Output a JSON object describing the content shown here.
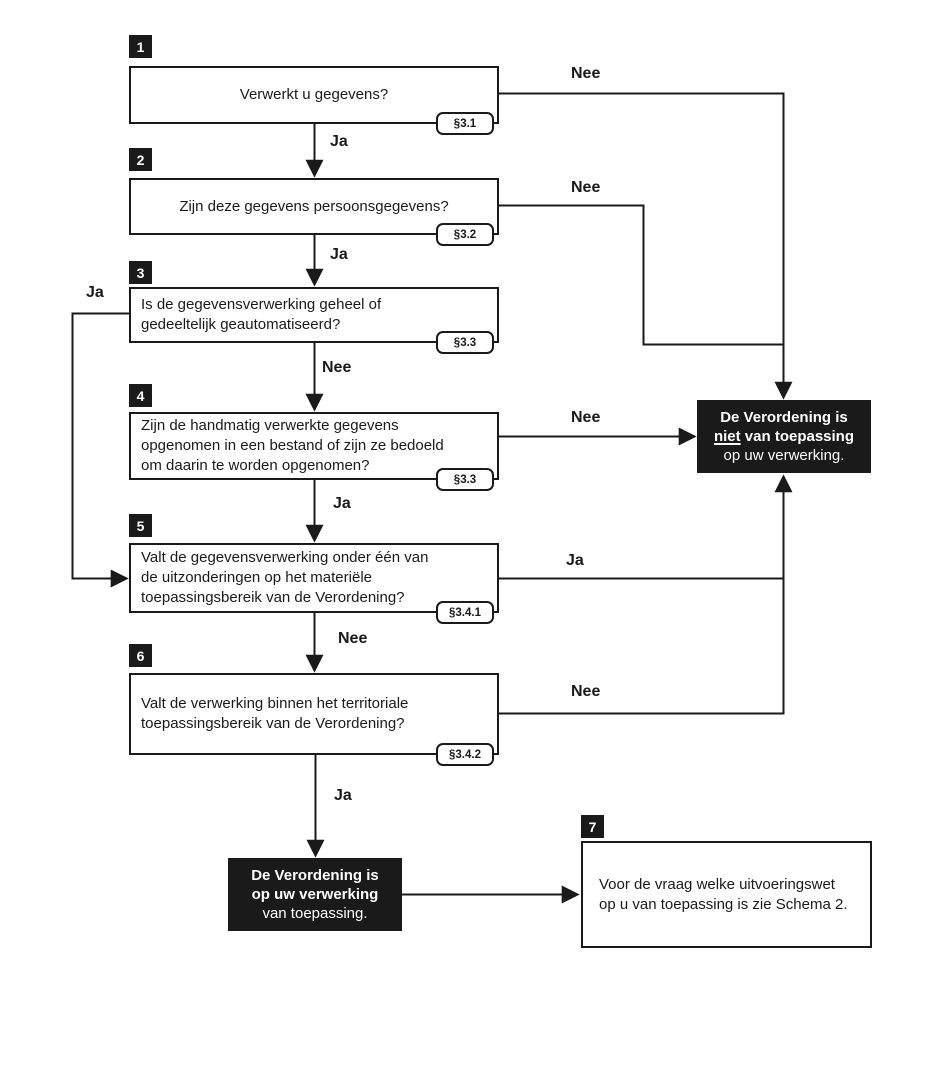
{
  "page": {
    "colors": {
      "ink": "#1a1a1a",
      "paper": "#ffffff",
      "outcome_bg": "#1a1a1a",
      "outcome_text": "#ffffff"
    }
  },
  "flowchart": {
    "steps": [
      {
        "number": "1",
        "question": "Verwerkt u gegevens?",
        "ref": "§3.1"
      },
      {
        "number": "2",
        "question": "Zijn deze gegevens persoonsgegevens?",
        "ref": "§3.2"
      },
      {
        "number": "3",
        "question": "Is de gegevensverwerking geheel of\ngedeeltelijk geautomatiseerd?",
        "ref": "§3.3"
      },
      {
        "number": "4",
        "question": "Zijn de handmatig verwerkte gegevens\nopgenomen in een bestand of zijn ze bedoeld\nom daarin te worden opgenomen?",
        "ref": "§3.3"
      },
      {
        "number": "5",
        "question": "Valt de gegevensverwerking onder één van\nde uitzonderingen op het materiële\ntoepassingsbereik van de Verordening?",
        "ref": "§3.4.1"
      },
      {
        "number": "6",
        "question": "Valt de verwerking binnen het territoriale\ntoepassingsbereik van de Verordening?",
        "ref": "§3.4.2"
      }
    ],
    "edge_labels": {
      "q1_ja": "Ja",
      "q1_nee": "Nee",
      "q2_ja": "Ja",
      "q2_nee": "Nee",
      "q3_ja": "Ja",
      "q3_nee": "Nee",
      "q4_ja": "Ja",
      "q4_nee": "Nee",
      "q5_ja": "Ja",
      "q5_nee": "Nee",
      "q6_ja": "Ja",
      "q6_nee": "Nee"
    },
    "outcome_not_applicable": {
      "line1": "De Verordening is",
      "line2_emphasis": "niet",
      "line2_rest": " van toepassing",
      "line3": "op uw verwerking."
    },
    "outcome_applicable": {
      "line1": "De Verordening is",
      "line2": "op uw verwerking",
      "line3": "van toepassing."
    },
    "step7": {
      "number": "7",
      "text": "Voor de vraag welke uitvoeringswet\nop u van toepassing is zie Schema 2."
    }
  }
}
